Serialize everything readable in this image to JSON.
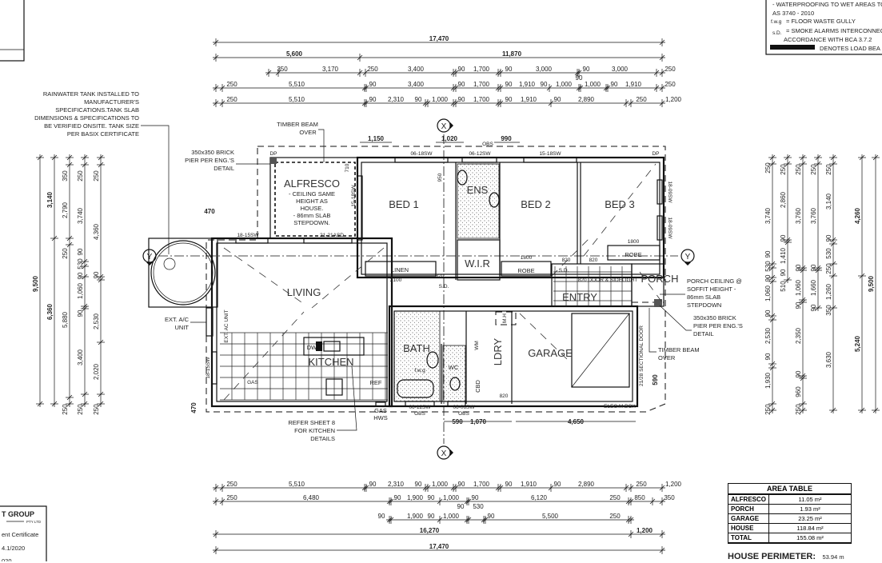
{
  "legend": {
    "lines": [
      "- WATERPROOFING TO WET AREAS TO",
      "AS 3740 - 2010",
      "= FLOOR WASTE GULLY",
      "= SMOKE ALARMS INTERCONNEC",
      "ACCORDANCE WITH BCA 3.7.2",
      "DENOTES LOAD BEA"
    ],
    "fwg_symbol": "f.w.g",
    "sd_symbol": "s.D."
  },
  "logo": {
    "name": "T GROUP",
    "sub": "PTY LTD",
    "line1": "ent Certificate",
    "line2": "4.1/2020",
    "line3": "020"
  },
  "area_table": {
    "title": "AREA TABLE",
    "rows": [
      {
        "label": "ALFRESCO",
        "value": "11.05 m²"
      },
      {
        "label": "PORCH",
        "value": "1.93 m²"
      },
      {
        "label": "GARAGE",
        "value": "23.25 m²"
      },
      {
        "label": "HOUSE",
        "value": "118.84 m²"
      },
      {
        "label": "TOTAL",
        "value": "155.08 m²"
      }
    ]
  },
  "perimeter": {
    "label": "HOUSE PERIMETER:",
    "value": "53.94 m"
  },
  "rooms": {
    "alfresco": "ALFRESCO",
    "alfresco_note": [
      "- CEILING SAME",
      "HEIGHT AS",
      "HOUSE.",
      "- 86mm SLAB",
      "STEPDOWN."
    ],
    "bed1": "BED 1",
    "bed2": "BED 2",
    "bed3": "BED 3",
    "ens": "ENS",
    "wir": "W.I.R",
    "linen": "LINEN",
    "robe": "ROBE",
    "living": "LIVING",
    "kitchen": "KITCHEN",
    "bath": "BATH",
    "wc": "WC",
    "ldry": "LDRY",
    "garage": "GARAGE",
    "entry": "ENTRY",
    "porch": "PORCH",
    "cbd": "CBD",
    "mh": "M.H",
    "wm": "WM",
    "ref": "REF",
    "dw": "DW",
    "gas": "GAS",
    "fwg": "f.w.g",
    "sd": "S.D.",
    "dp": "DP"
  },
  "windows": {
    "w1": "06-18SW",
    "w2": "06-12SW",
    "w3": "15-18SW",
    "w4": "15-18SW",
    "w5": "18-15SW",
    "w6": "21-21ASD",
    "w7": "18-09SW",
    "w8": "18-09SW",
    "w9": "18-15SW",
    "w10": "06-12SW",
    "w11": "06-06SW",
    "obs": "OBS",
    "garage_door": "21/28 SECTIONAL DOOR",
    "elec": "ELEC.M.BOX",
    "ac_unit": "EXT. AC UNIT",
    "door_robe": "820 DOOR & SIDELIGHT"
  },
  "small_dims": {
    "d1150": "1,150",
    "d1020": "1,020",
    "d990": "990",
    "d950": "950",
    "d710": "710",
    "d470": "470",
    "d590": "590",
    "d1070": "1,070",
    "d4650": "4,650",
    "d590r": "590",
    "d820": "820",
    "d1800": "1800",
    "d2100": "2100"
  },
  "notes": {
    "tank": [
      "RAINWATER TANK INSTALLED TO",
      "MANUFACTURER'S",
      "SPECIFICATIONS.TANK SLAB",
      "DIMENSIONS & SPECIFICATIONS TO",
      "BE VERIFIED ONSITE. TANK SIZE",
      "PER BASIX CERTIFICATE"
    ],
    "pier": [
      "350x350 BRICK",
      "PIER PER ENG.'S",
      "DETAIL"
    ],
    "beam": [
      "TIMBER BEAM",
      "OVER"
    ],
    "porch_ceiling": [
      "PORCH CEILING @",
      "SOFFIT HEIGHT -",
      "86mm SLAB",
      "STEPDOWN"
    ],
    "ac": [
      "EXT. A/C",
      "UNIT"
    ],
    "kitchen_ref": [
      "REFER SHEET 8",
      "FOR KITCHEN",
      "DETAILS"
    ],
    "gas_hws": [
      "GAS",
      "HWS"
    ]
  },
  "section_markers": {
    "x": "X",
    "y": "Y"
  },
  "dimensions": {
    "top": [
      [
        "17,470"
      ],
      [
        "5,600",
        "11,870"
      ],
      [
        "350",
        "3,170",
        "250",
        "3,400",
        "90",
        "1,700",
        "90",
        "3,000",
        "90",
        "90",
        "3,000",
        "250"
      ],
      [
        "250",
        "5,510",
        "90",
        "3,400",
        "90",
        "1,700",
        "90",
        "1,910",
        "90",
        "1,000",
        "1,000",
        "90",
        "1,910",
        "250"
      ],
      [
        "250",
        "5,510",
        "90",
        "2,310",
        "90",
        "1,000",
        "90",
        "1,700",
        "90",
        "1,910",
        "90",
        "2,890",
        "250",
        "1,200"
      ]
    ],
    "bottom": [
      [
        "250",
        "5,510",
        "90",
        "2,310",
        "90",
        "1,000",
        "90",
        "1,700",
        "90",
        "1,910",
        "90",
        "2,890",
        "250",
        "1,200"
      ],
      [
        "250",
        "6,480",
        "90",
        "1,900",
        "90",
        "1,000",
        "90",
        "6,120",
        "250",
        "850",
        "350",
        "90",
        "530"
      ],
      [
        "90",
        "1,900",
        "90",
        "1,000",
        "90",
        "5,500",
        "250"
      ],
      [
        "16,270",
        "1,200"
      ],
      [
        "17,470"
      ]
    ],
    "left": [
      [
        "9,500"
      ],
      [
        "3,140",
        "6,360"
      ],
      [
        "350",
        "2,790",
        "250",
        "5,880",
        "250"
      ],
      [
        "250",
        "3,740",
        "90",
        "530",
        "90",
        "1,060",
        "90",
        "3,400",
        "250"
      ],
      [
        "250",
        "4,360",
        "90",
        "2,530",
        "2,020",
        "250"
      ]
    ],
    "right": [
      [
        "250",
        "3,740",
        "90",
        "530",
        "90",
        "1,060",
        "90",
        "2,530",
        "90",
        "1,930",
        "250"
      ],
      [
        "250",
        "2,860",
        "90",
        "1,410",
        "90",
        "510"
      ],
      [
        "250",
        "3,760",
        "90",
        "1,060",
        "90",
        "2,350",
        "90",
        "960",
        "250"
      ],
      [
        "250",
        "3,760",
        "90",
        "1,660",
        "90"
      ],
      [
        "250",
        "3,140",
        "90",
        "530",
        "250",
        "1,260",
        "350",
        "3,630"
      ],
      [
        "4,260",
        "5,240"
      ],
      [
        "9,500"
      ]
    ]
  }
}
